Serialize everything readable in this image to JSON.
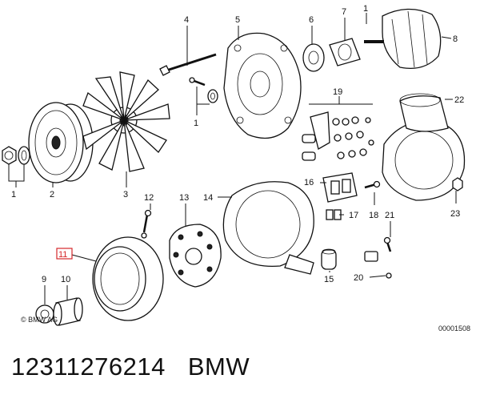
{
  "callouts": [
    {
      "id": "1a",
      "text": "1"
    },
    {
      "id": "1b",
      "text": "1"
    },
    {
      "id": "1c",
      "text": "1"
    },
    {
      "id": "2",
      "text": "2"
    },
    {
      "id": "3",
      "text": "3"
    },
    {
      "id": "4",
      "text": "4"
    },
    {
      "id": "5",
      "text": "5"
    },
    {
      "id": "6",
      "text": "6"
    },
    {
      "id": "7",
      "text": "7"
    },
    {
      "id": "8",
      "text": "8"
    },
    {
      "id": "9",
      "text": "9"
    },
    {
      "id": "10",
      "text": "10"
    },
    {
      "id": "11",
      "text": "11"
    },
    {
      "id": "12",
      "text": "12"
    },
    {
      "id": "13",
      "text": "13"
    },
    {
      "id": "14",
      "text": "14"
    },
    {
      "id": "15",
      "text": "15"
    },
    {
      "id": "16",
      "text": "16"
    },
    {
      "id": "17",
      "text": "17"
    },
    {
      "id": "18",
      "text": "18"
    },
    {
      "id": "19",
      "text": "19"
    },
    {
      "id": "20",
      "text": "20"
    },
    {
      "id": "21",
      "text": "21"
    },
    {
      "id": "22",
      "text": "22"
    },
    {
      "id": "23",
      "text": "23"
    }
  ],
  "copyright": "© BMW AG",
  "drawing_code": "00001508",
  "part_number": "12311276214",
  "brand": "BMW",
  "highlight_color": "#d6282b"
}
